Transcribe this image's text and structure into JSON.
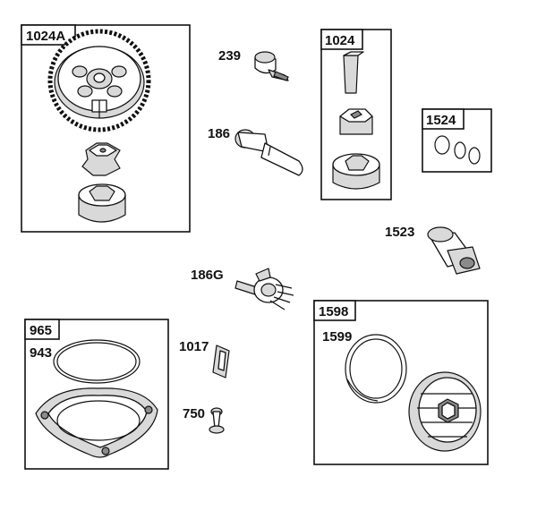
{
  "labels": {
    "box_1024a": "1024A",
    "box_1024": "1024",
    "box_1524": "1524",
    "box_965": "965",
    "box_1598": "1598",
    "part_239": "239",
    "part_186": "186",
    "part_1523": "1523",
    "part_186g": "186G",
    "part_943": "943",
    "part_1017": "1017",
    "part_750": "750",
    "part_1599": "1599"
  }
}
